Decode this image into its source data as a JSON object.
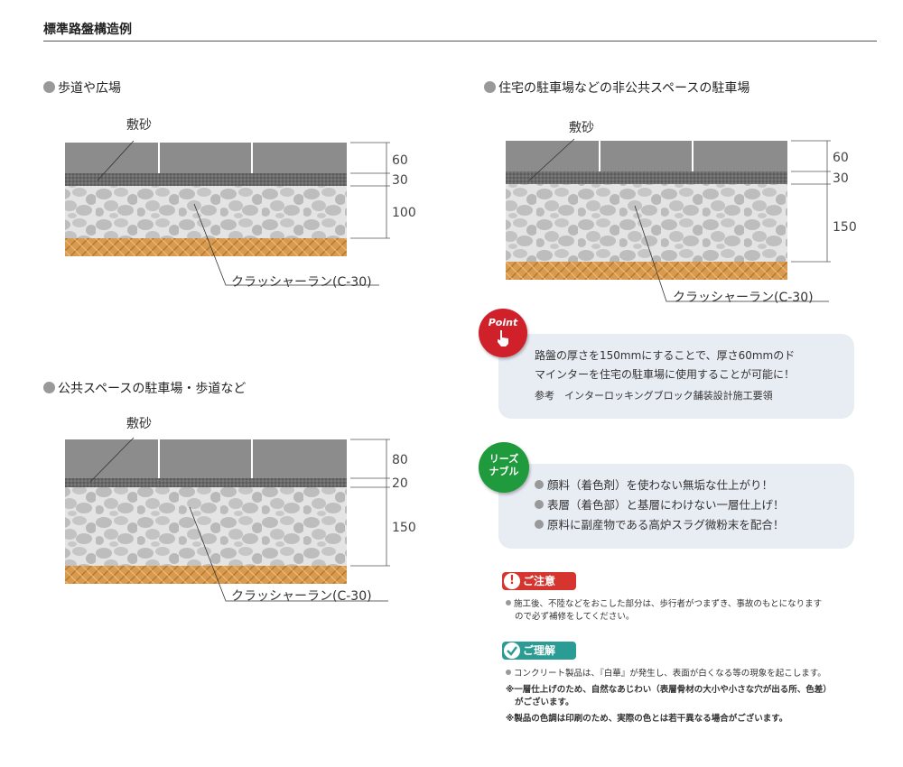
{
  "page_title": "標準路盤構造例",
  "sections": [
    {
      "title": "歩道や広場",
      "label_top": "敷砂",
      "label_bottom": "クラッシャーラン(C-30)",
      "dims": [
        "60",
        "30",
        "100"
      ]
    },
    {
      "title": "公共スペースの駐車場・歩道など",
      "label_top": "敷砂",
      "label_bottom": "クラッシャーラン(C-30)",
      "dims": [
        "80",
        "20",
        "150"
      ]
    },
    {
      "title": "住宅の駐車場などの非公共スペースの駐車場",
      "label_top": "敷砂",
      "label_bottom": "クラッシャーラン(C-30)",
      "dims": [
        "60",
        "30",
        "150"
      ]
    }
  ],
  "point": {
    "badge": "Point",
    "lines": [
      "路盤の厚さを150mmにすることで、厚さ60mmのド",
      "マインターを住宅の駐車場に使用することが可能に！",
      "参考　インターロッキングブロック舗装設計施工要領"
    ]
  },
  "reasonable": {
    "badge_line1": "リーズ",
    "badge_line2": "ナブル",
    "items": [
      "顔料（着色剤）を使わない無垢な仕上がり！",
      "表層（着色部）と基層にわけない一層仕上げ！",
      "原料に副産物である高炉スラグ微粉末を配合！"
    ]
  },
  "caution": {
    "tag": "ご注意",
    "lines": [
      "施工後、不陸などをおこした部分は、歩行者がつまずき、事故のもとになります",
      "ので必ず補修をしてください。"
    ]
  },
  "understanding": {
    "tag": "ご理解",
    "lines": [
      "コンクリート製品は、『白華』が発生し、表面が白くなる等の現象を起こします。",
      "※一層仕上げのため、自然なあじわい（表層骨材の大小や小さな穴が出る所、色差）",
      "がございます。",
      "※製品の色調は印刷のため、実際の色とは若干異なる場合がございます。"
    ]
  },
  "colors": {
    "block": "#8c8c8c",
    "sand": "#666666",
    "gravel": "#c9c9c9",
    "subgrade": "#d79a4e",
    "point_red": "#d0202a",
    "reus_green": "#1f9a3c",
    "caution_red": "#d6342f",
    "understand_teal": "#2a9c93",
    "box_bg": "#e8ecf3"
  }
}
